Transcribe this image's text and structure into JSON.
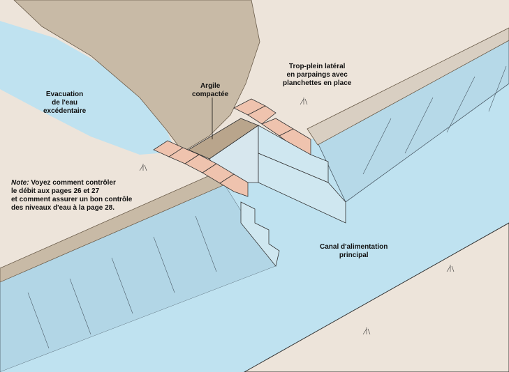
{
  "labels": {
    "overflow_water": [
      "Evacuation",
      "de l'eau",
      "excédentaire"
    ],
    "clay": [
      "Argile",
      "compactée"
    ],
    "side_weir": [
      "Trop-plein latéral",
      "en parpaings avec",
      "planchettes en place"
    ],
    "main_canal": [
      "Canal d'alimentation",
      "principal"
    ]
  },
  "note": {
    "prefix": "Note:",
    "lines": [
      " Voyez comment contrôler",
      "le débit aux pages 26 et 27",
      "et comment assurer un bon contrôle",
      "des niveaux d'eau à la page 28."
    ]
  },
  "colors": {
    "sand": "#ede4da",
    "water": "#bfe2f0",
    "bank": "#c8baa6",
    "brick": "#efc3ae",
    "block": "#cfe7f0"
  }
}
